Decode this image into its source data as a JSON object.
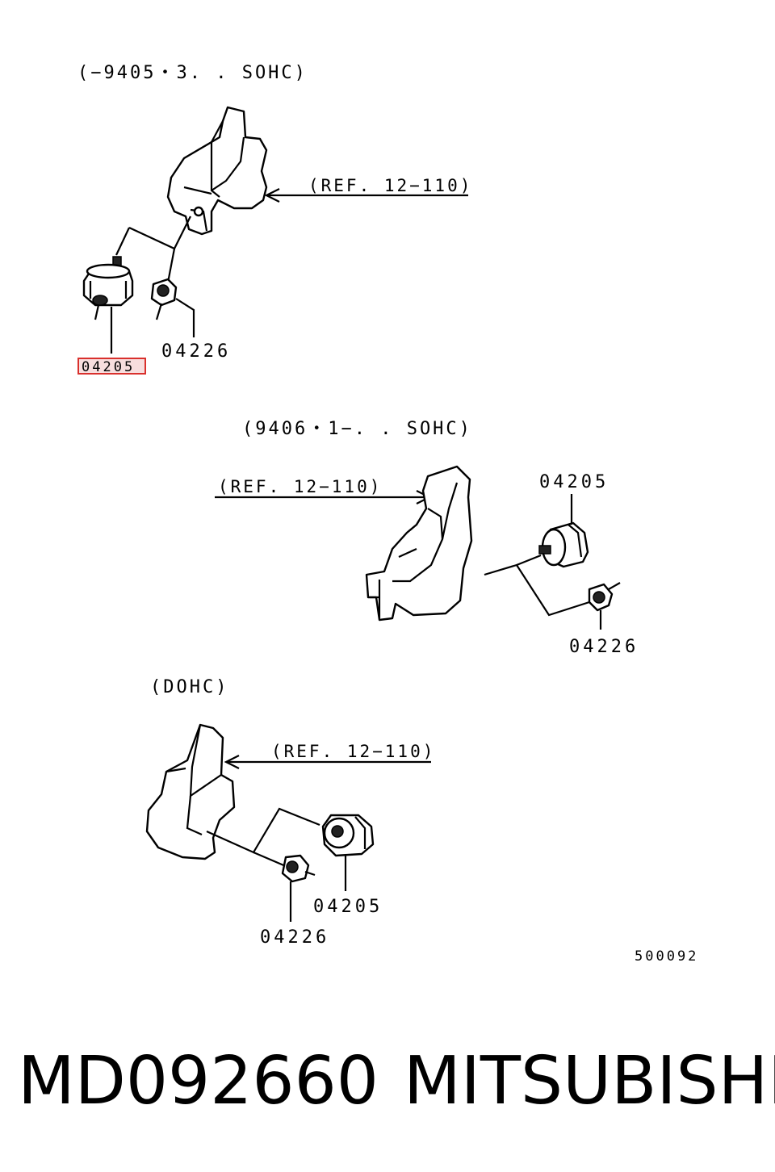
{
  "groups": [
    {
      "header": "(−9405・3. . SOHC)",
      "reference": "(REF. 12−110)",
      "mount_label": "04205",
      "bolt_label": "04226",
      "highlighted": "04205"
    },
    {
      "header": "(9406・1−. . SOHC)",
      "reference": "(REF. 12−110)",
      "mount_label": "04205",
      "bolt_label": "04226"
    },
    {
      "header": "(DOHC)",
      "reference": "(REF. 12−110)",
      "mount_label": "04205",
      "bolt_label": "04226"
    }
  ],
  "figure_code": "500092",
  "footer": {
    "part_number": "MD092660",
    "brand": "MITSUBISHI"
  },
  "colors": {
    "highlight_border": "#d9302c",
    "highlight_fill": "#f7dede"
  }
}
